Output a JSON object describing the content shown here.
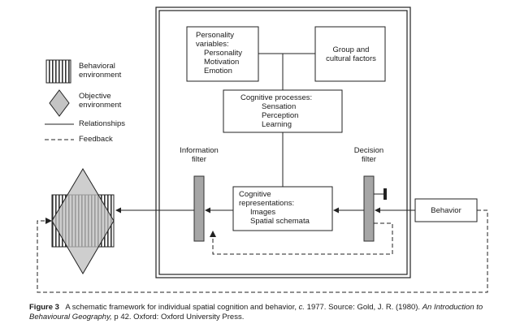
{
  "legend": {
    "behavioral_environment": [
      "Behavioral",
      "environment"
    ],
    "objective_environment": [
      "Objective",
      "environment"
    ],
    "relationships": "Relationships",
    "feedback": "Feedback"
  },
  "boxes": {
    "personality": [
      "Personality",
      "variables:",
      "Personality",
      "Motivation",
      "Emotion"
    ],
    "group": [
      "Group and",
      "cultural factors"
    ],
    "cognitive_processes": [
      "Cognitive processes:",
      "Sensation",
      "Perception",
      "Learning"
    ],
    "cognitive_representations": [
      "Cognitive",
      "representations:",
      "Images",
      "Spatial schemata"
    ],
    "behavior": "Behavior"
  },
  "filters": {
    "information": [
      "Information",
      "filter"
    ],
    "decision": [
      "Decision",
      "filter"
    ]
  },
  "caption": {
    "figure": "Figure 3",
    "text1": "A schematic framework for individual spatial cognition and behavior,",
    "circa": "c.",
    "text2": "1977. Source: Gold, J. R. (1980).",
    "book": "An Introduction to Behavioural Geography,",
    "text3": "p 42. Oxford: Oxford University Press."
  },
  "colors": {
    "line": "#222222",
    "filter_fill": "#a6a6a6",
    "diamond_fill": "#bdbdbd"
  }
}
